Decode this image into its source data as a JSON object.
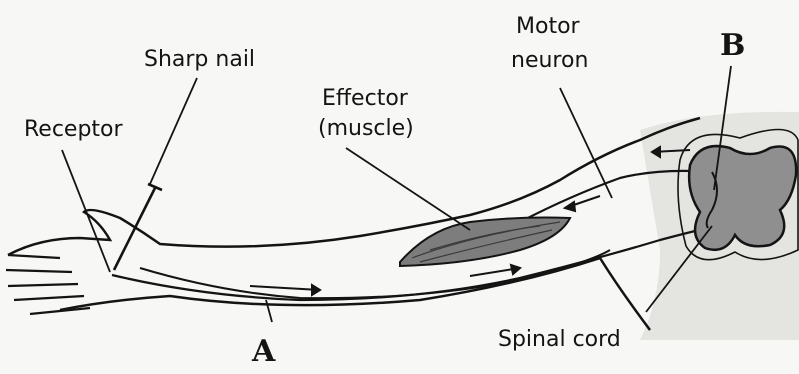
{
  "labels": {
    "sharp_nail": "Sharp nail",
    "receptor": "Receptor",
    "effector_line1": "Effector",
    "effector_line2": "(muscle)",
    "motor_line1": "Motor",
    "motor_line2": "neuron",
    "spinal_cord": "Spinal cord",
    "point_a": "A",
    "point_b": "B"
  },
  "colors": {
    "ink": "#141414",
    "muscle": "#7d7d7d",
    "spinal_gray": "#8f8f8f",
    "shadow": "#d9d9d6"
  }
}
